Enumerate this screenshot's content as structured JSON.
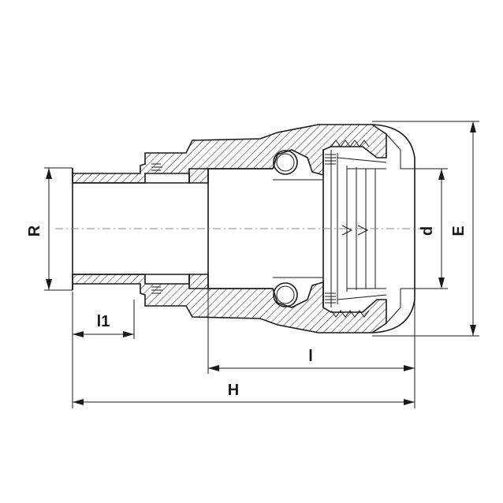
{
  "dimensions": {
    "R": "R",
    "d": "d",
    "E": "E",
    "l1": "l1",
    "l": "l",
    "H": "H"
  },
  "colors": {
    "line": "#1a1a1a",
    "centerline": "#8a8a8a",
    "background": "#ffffff"
  }
}
